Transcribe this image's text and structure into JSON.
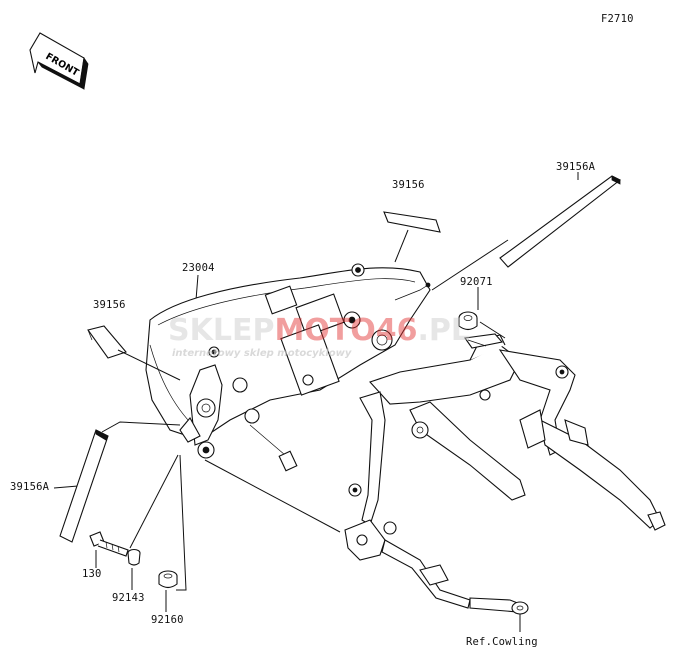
{
  "diagram": {
    "code": "F2710",
    "front_label": "FRONT",
    "ref_label": "Ref.Cowling",
    "parts": [
      {
        "number": "39156A"
      },
      {
        "number": "39156"
      },
      {
        "number": "92071"
      },
      {
        "number": "23004"
      },
      {
        "number": "39156"
      },
      {
        "number": "39156A"
      },
      {
        "number": "130"
      },
      {
        "number": "92143"
      },
      {
        "number": "92160"
      }
    ]
  },
  "watermark": {
    "part1": "SKLEP",
    "part2": "MOTO",
    "part3": "46",
    "part4": ".PL",
    "tagline": "internetowy sklep motocyklowy",
    "accent_color": "#e03030",
    "gray_color": "#c8c8c8"
  }
}
